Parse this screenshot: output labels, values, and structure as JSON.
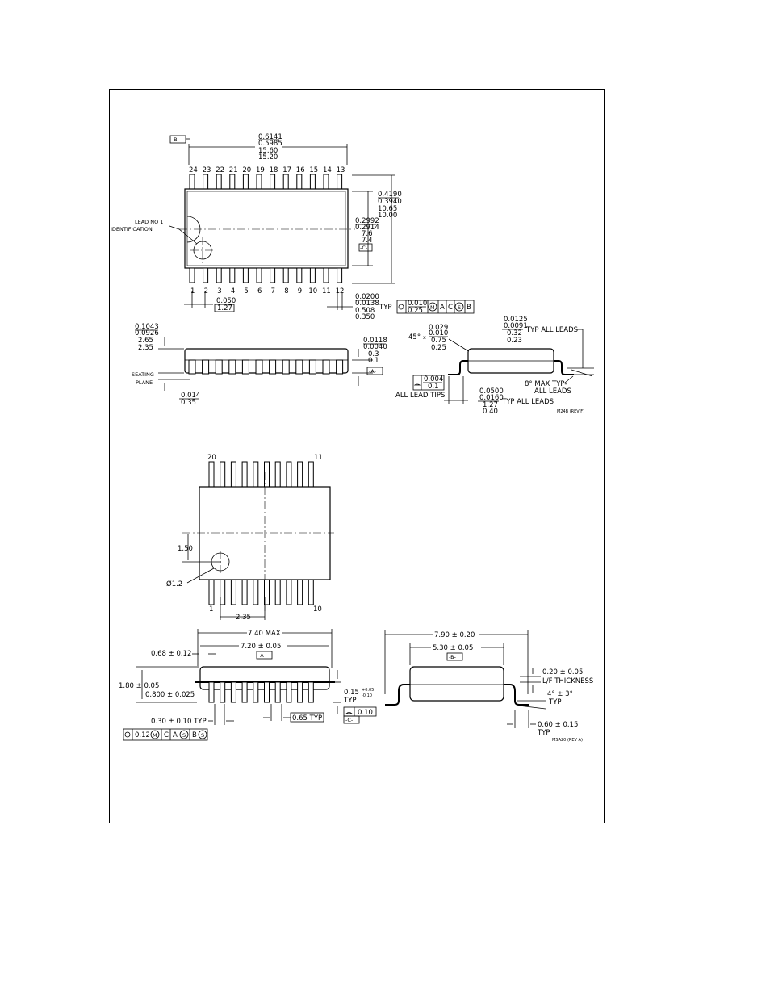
{
  "drawing1": {
    "label_B": "-B-",
    "label_C": "-C-",
    "label_A": "-A-",
    "top_pins": [
      "24",
      "23",
      "22",
      "21",
      "20",
      "19",
      "18",
      "17",
      "16",
      "15",
      "14",
      "13"
    ],
    "bottom_pins": [
      "1",
      "2",
      "3",
      "4",
      "5",
      "6",
      "7",
      "8",
      "9",
      "10",
      "11",
      "12"
    ],
    "length_dims": [
      "0.6141",
      "0.5985",
      "15.60",
      "15.20"
    ],
    "width_dims": [
      "0.4190",
      "0.3940",
      "10.65",
      "10.00"
    ],
    "body_dims": [
      "0.2992",
      "0.2914",
      "7.6",
      "7.4"
    ],
    "pitch_dims": [
      "0.050",
      "1.27"
    ],
    "lead_width_dims": [
      "0.0200",
      "0.0138",
      "0.508",
      "0.350"
    ],
    "lead_width_typ": "TYP",
    "tolerance_frame": [
      "0.010",
      "0.25",
      "M",
      "A",
      "C",
      "S",
      "B"
    ],
    "lead_no1_line1": "LEAD NO 1",
    "lead_no1_line2": "IDENTIFICATION",
    "height_dims": [
      "0.1043",
      "0.0926",
      "2.65",
      "2.35"
    ],
    "standoff_dims": [
      "0.0118",
      "0.0040",
      "0.3",
      "0.1"
    ],
    "seating_line1": "SEATING",
    "seating_line2": "PLANE",
    "seating_dims": [
      "0.014",
      "0.35"
    ],
    "chamfer_prefix": "45°",
    "chamfer_x": "x",
    "chamfer_dims": [
      "0.029",
      "0.010",
      "0.75",
      "0.25"
    ],
    "thickness_dims": [
      "0.0125",
      "0.0091",
      "0.32",
      "0.23"
    ],
    "thickness_typ": "TYP ALL LEADS",
    "coplanarity": [
      "0.004",
      "0.1"
    ],
    "all_lead_tips": "ALL LEAD TIPS",
    "foot_dims": [
      "0.0500",
      "0.0160",
      "1.27",
      "0.40"
    ],
    "foot_typ": "TYP ALL LEADS",
    "angle_line1": "8° MAX TYP-",
    "angle_line2": "ALL LEADS",
    "drawing_id": "M24B (REV F)"
  },
  "drawing2": {
    "pin_20": "20",
    "pin_11": "11",
    "pin_1": "1",
    "pin_10": "10",
    "dim_150": "1.50",
    "dim_dia": "Ø1.2",
    "dim_235": "2.35",
    "dim_740": "7.40 MAX",
    "dim_720": "7.20 ± 0.05",
    "label_A": "-A-",
    "dim_068": "0.68 ± 0.12",
    "dim_180": "1.80 ± 0.05",
    "dim_0800": "0.800 ± 0.025",
    "dim_015": "0.15",
    "dim_015_tol": [
      "+0.05",
      "-0.10"
    ],
    "dim_015_typ": "TYP",
    "flatness": "0.10",
    "label_C": "-C-",
    "dim_030": "0.30 ± 0.10 TYP",
    "dim_065": "0.65 TYP",
    "tolerance_frame": [
      "0.12",
      "M",
      "C",
      "A",
      "S",
      "B",
      "S"
    ],
    "dim_790": "7.90 ± 0.20",
    "dim_530": "5.30 ± 0.05",
    "label_B": "-B-",
    "lf_line1": "0.20 ± 0.05",
    "lf_line2": "L/F THICKNESS",
    "angle_line1": "4° ± 3°",
    "angle_line2": "TYP",
    "foot_line1": "0.60 ± 0.15",
    "foot_line2": "TYP",
    "drawing_id": "MSA20 (REV A)"
  }
}
